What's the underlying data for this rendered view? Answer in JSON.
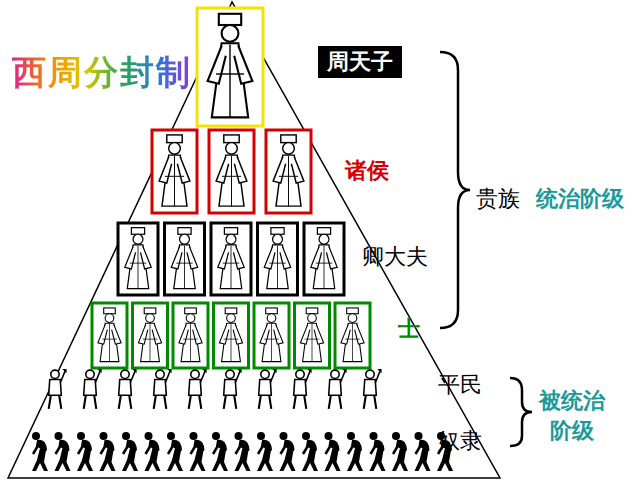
{
  "diagram": {
    "title": "西周分封制",
    "nodes": [
      {
        "text": [
          "周天子"
        ]
      }
    ],
    "labels": [
      "诸侯",
      "卿大夫",
      "士",
      "贵族",
      "统治阶级",
      "平民",
      "奴隶",
      "被统治阶级"
    ]
  }
}
